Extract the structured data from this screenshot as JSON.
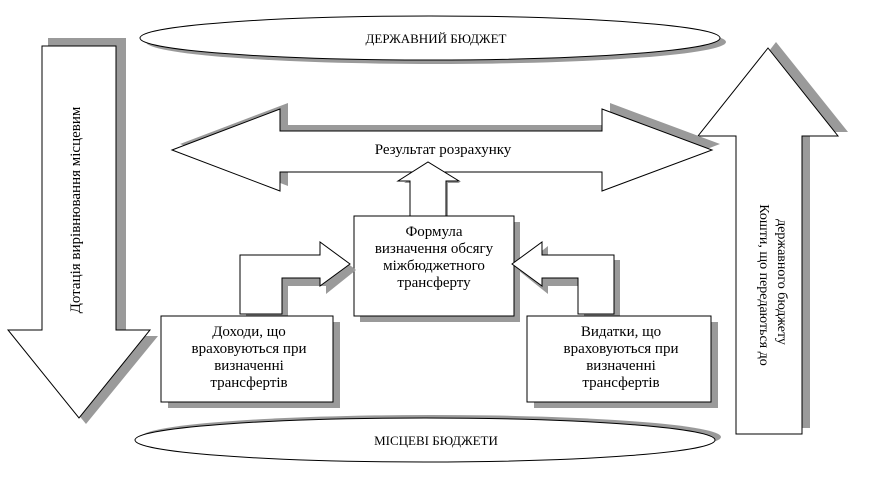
{
  "diagram": {
    "top_ellipse_label": "ДЕРЖАВНИЙ БЮДЖЕТ",
    "bottom_ellipse_label": "МІСЦЕВІ БЮДЖЕТИ",
    "result_label": "Результат розрахунку",
    "formula_box": {
      "line1": "Формула",
      "line2": "визначення обсягу",
      "line3": "міжбюджетного",
      "line4": "трансферту"
    },
    "income_box": {
      "line1": "Доходи, що",
      "line2": "враховуються при",
      "line3": "визначенні",
      "line4": "трансфертів"
    },
    "expense_box": {
      "line1": "Видатки, що",
      "line2": "враховуються при",
      "line3": "визначенні",
      "line4": "трансфертів"
    },
    "left_arrow_label": "Дотація вирівнювання місцевим",
    "right_arrow_label_line1": "Кошти, що передаються до",
    "right_arrow_label_line2": "державного бюджету"
  },
  "colors": {
    "shadow": "#9a9a9a",
    "stroke": "#000000",
    "fill": "#ffffff"
  }
}
